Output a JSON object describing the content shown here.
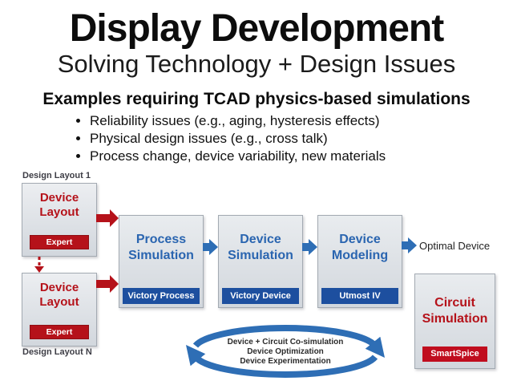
{
  "slide": {
    "title": "Display Development",
    "subtitle": "Solving Technology + Design Issues",
    "examples_heading": "Examples requiring TCAD physics-based simulations",
    "bullets": [
      "Reliability issues (e.g., aging, hysteresis effects)",
      "Physical design issues (e.g., cross talk)",
      "Process change, device variability, new materials"
    ]
  },
  "diagram": {
    "layout_column": {
      "top_caption": "Design Layout 1",
      "bottom_caption": "Design Layout N",
      "boxes": [
        {
          "title": "Device Layout",
          "badge": "Expert"
        },
        {
          "title": "Device Layout",
          "badge": "Expert"
        }
      ]
    },
    "flow_boxes": [
      {
        "title": "Process Simulation",
        "product": "Victory Process"
      },
      {
        "title": "Device Simulation",
        "product": "Victory Device"
      },
      {
        "title": "Device Modeling",
        "product": "Utmost IV"
      }
    ],
    "optimal_device_label": "Optimal Device",
    "circuit_box": {
      "title": "Circuit Simulation",
      "product": "SmartSpice"
    },
    "loop": {
      "lines": [
        "Device + Circuit Co-simulation",
        "Device Optimization",
        "Device Experimentation"
      ]
    },
    "colors": {
      "red": "#b5121a",
      "smartspice_red": "#c00d1e",
      "footer_blue": "#1d4f9f",
      "arrow_blue": "#2e6eb5",
      "title_blue": "#2a65b0",
      "box_grey": "#dde1e6"
    }
  }
}
